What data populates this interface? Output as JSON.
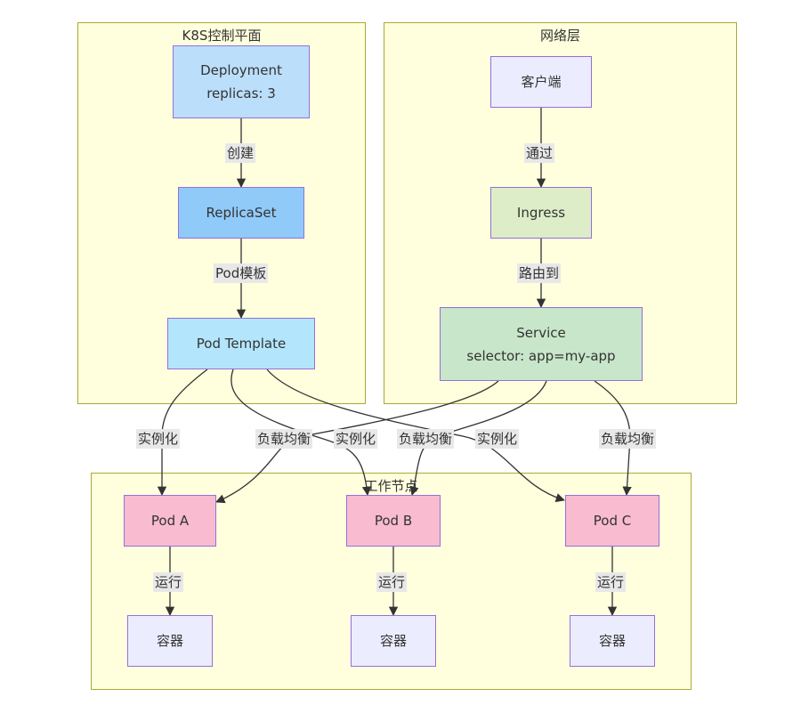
{
  "clusters": {
    "control": "K8S控制平面",
    "network": "网络层",
    "worker": "工作节点"
  },
  "nodes": {
    "deployment": {
      "line1": "Deployment",
      "line2": "replicas: 3"
    },
    "replicaset": "ReplicaSet",
    "podtemplate": "Pod Template",
    "client": "客户端",
    "ingress": "Ingress",
    "service": {
      "line1": "Service",
      "line2": "selector: app=my-app"
    },
    "poda": "Pod A",
    "podb": "Pod B",
    "podc": "Pod C",
    "containers": [
      "容器",
      "容器",
      "容器"
    ]
  },
  "edge_labels": {
    "create": "创建",
    "pod_template": "Pod模板",
    "via": "通过",
    "route_to": "路由到",
    "instantiate": "实例化",
    "load_balance": "负载均衡",
    "run": "运行"
  },
  "colors": {
    "cluster_fill": "#ffffde",
    "deployment": "#bbdefb",
    "replicaset": "#90caf9",
    "podtemplate": "#b3e5fc",
    "client": "#ececff",
    "ingress": "#dcedc8",
    "service": "#c8e6c9",
    "pod": "#f8bbd0",
    "container": "#ececff"
  }
}
